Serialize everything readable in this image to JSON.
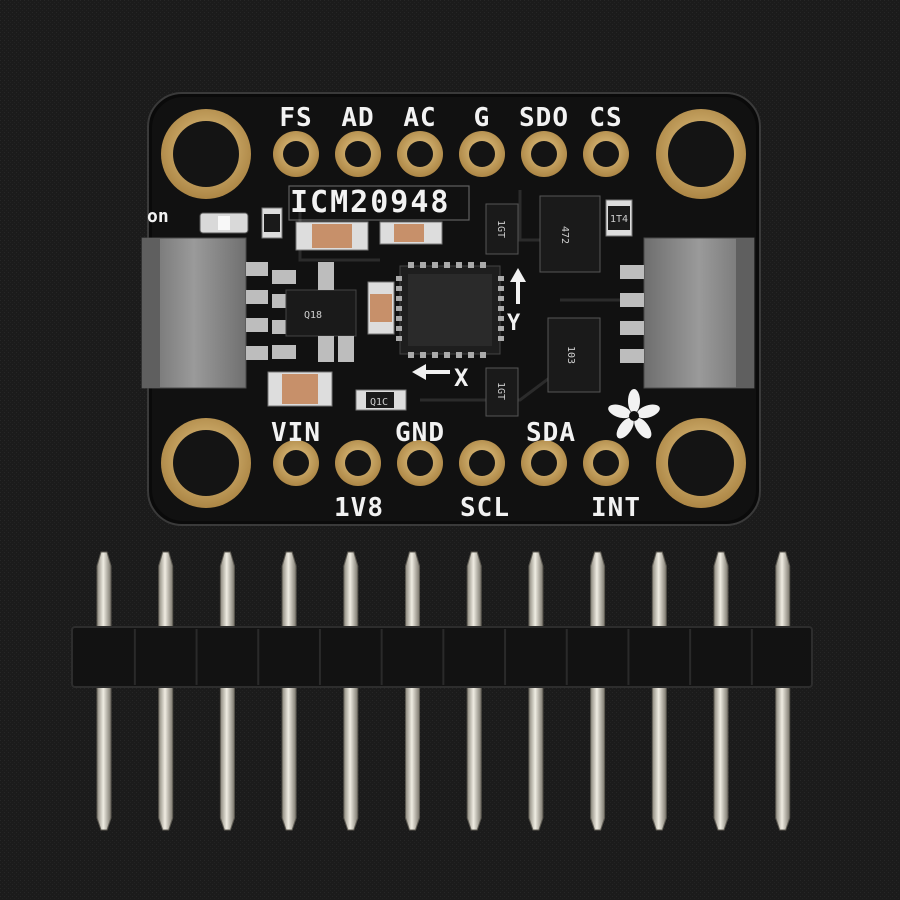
{
  "board": {
    "chip_label": "ICM20948",
    "top_pins": [
      "FS",
      "AD",
      "AC",
      "G",
      "SDO",
      "CS"
    ],
    "bottom_row_upper": [
      "VIN",
      "GND",
      "SDA"
    ],
    "bottom_row_lower": [
      "1V8",
      "SCL",
      "INT"
    ],
    "led_label": "on",
    "axis_x_label": "X",
    "axis_y_label": "Y",
    "component_marks": [
      "472",
      "103",
      "1GT",
      "Q18",
      "Q1C",
      "1T4",
      "1GT"
    ]
  },
  "header": {
    "pin_count": 12
  },
  "colors": {
    "background": "#1b1b1b",
    "pcb": "#0d0d0d",
    "gold": "#c9a25a",
    "silkscreen": "#f2f2f2",
    "connector": "#8a8a8a",
    "pin_metal": "#d9d6cc"
  }
}
